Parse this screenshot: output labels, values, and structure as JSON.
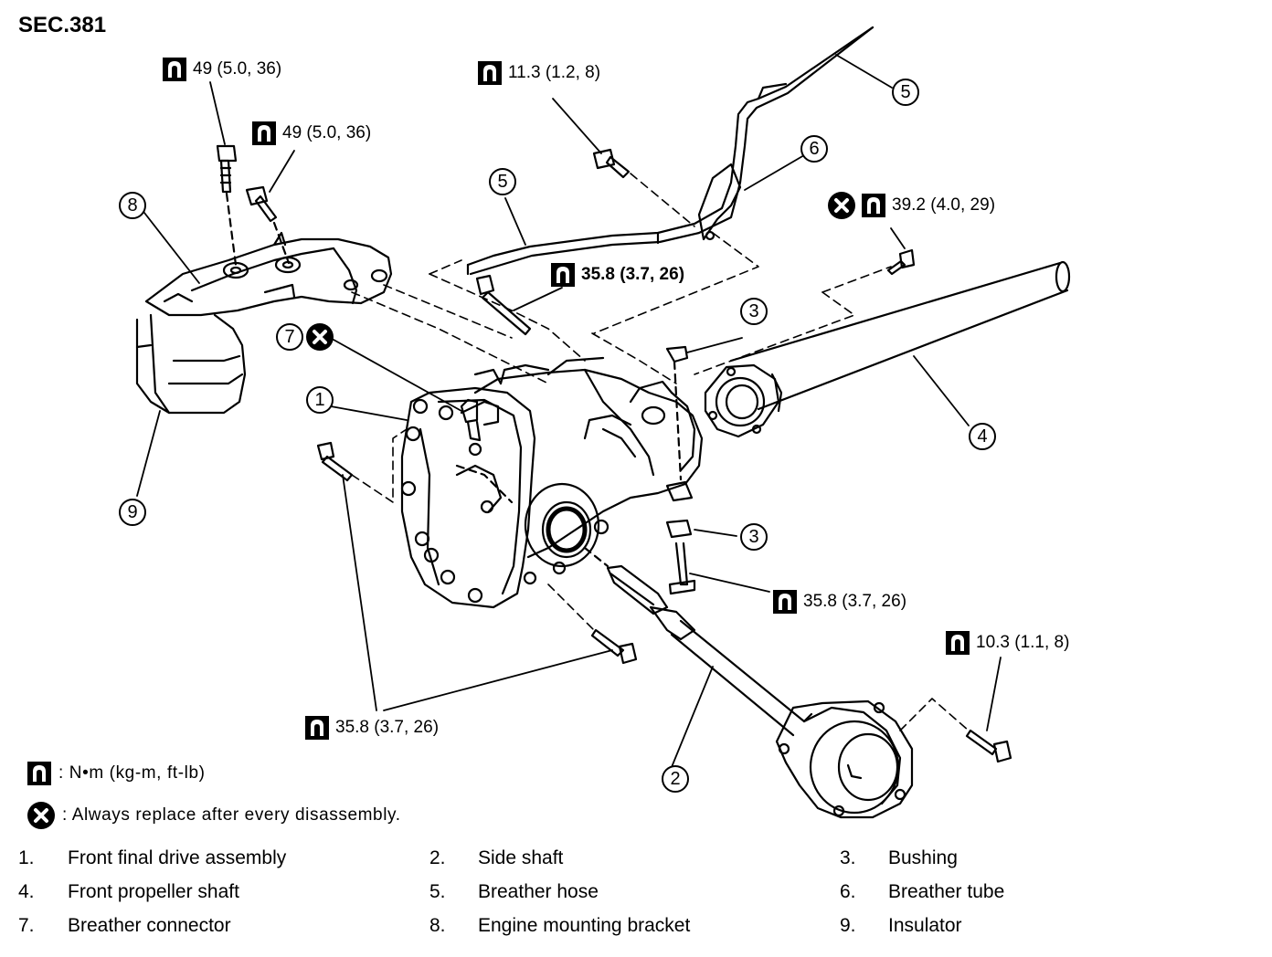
{
  "section": "SEC.381",
  "torques": {
    "t_top_left": "49 (5.0, 36)",
    "t_mid_left": "49 (5.0, 36)",
    "t_top_center": "11.3 (1.2, 8)",
    "t_breather_mount": "35.8 (3.7, 26)",
    "t_prop_bolt": "39.2 (4.0, 29)",
    "t_bushing_bolt": "35.8 (3.7, 26)",
    "t_flange_bolt": "10.3 (1.1, 8)",
    "t_bottom": "35.8 (3.7, 26)"
  },
  "callouts": {
    "c1": "1",
    "c2": "2",
    "c3a": "3",
    "c3b": "3",
    "c4": "4",
    "c5a": "5",
    "c5b": "5",
    "c6": "6",
    "c7": "7",
    "c8": "8",
    "c9": "9"
  },
  "legend": {
    "torque_unit": ": N•m (kg-m, ft-lb)",
    "replace_note": ": Always replace after every disassembly."
  },
  "parts": [
    {
      "num": "1.",
      "name": "Front final drive assembly"
    },
    {
      "num": "2.",
      "name": "Side shaft"
    },
    {
      "num": "3.",
      "name": "Bushing"
    },
    {
      "num": "4.",
      "name": "Front propeller shaft"
    },
    {
      "num": "5.",
      "name": "Breather hose"
    },
    {
      "num": "6.",
      "name": "Breather tube"
    },
    {
      "num": "7.",
      "name": "Breather connector"
    },
    {
      "num": "8.",
      "name": "Engine mounting bracket"
    },
    {
      "num": "9.",
      "name": "Insulator"
    }
  ],
  "icons": [
    "torque-wrench-icon",
    "replace-x-icon"
  ],
  "colors": {
    "ink": "#000000",
    "paper": "#ffffff"
  }
}
